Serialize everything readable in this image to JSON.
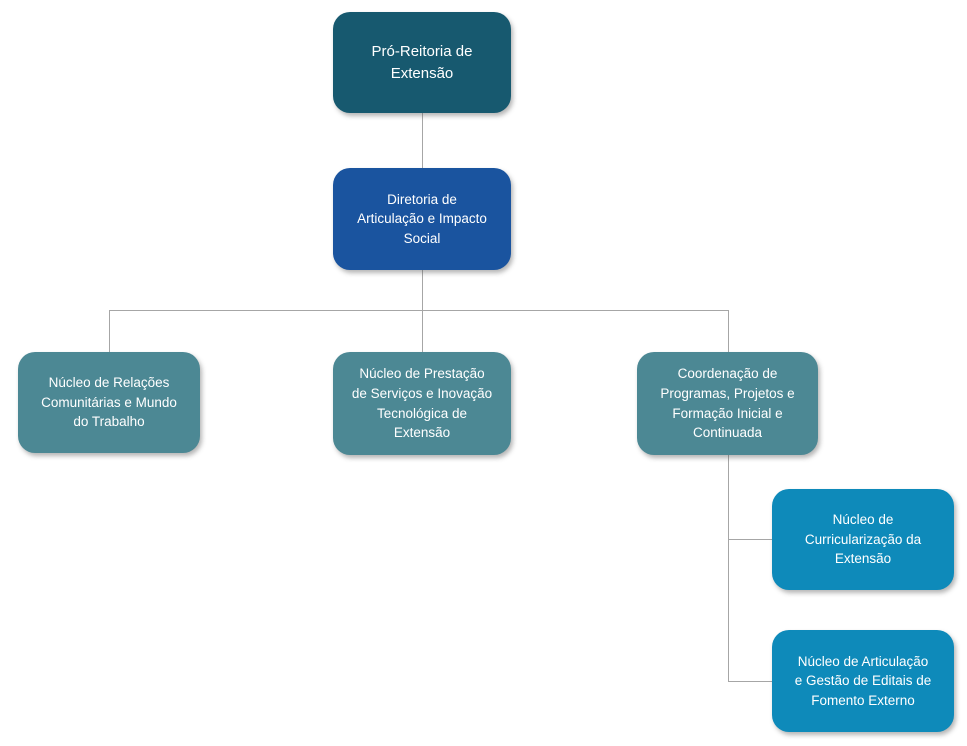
{
  "colors": {
    "root": "#17596F",
    "diretoria": "#1A549F",
    "level3": "#4C8894",
    "level4": "#0E8ABA",
    "connector": "#A6A6A6",
    "text": "#FFFFFF",
    "background": "#FFFFFF"
  },
  "nodes": {
    "root": {
      "label": "Pró-Reitoria de\nExtensão"
    },
    "diretoria": {
      "label": "Diretoria de\nArticulação e Impacto\nSocial"
    },
    "relacoes": {
      "label": "Núcleo de Relações\nComunitárias e Mundo\ndo Trabalho"
    },
    "prestacao": {
      "label": "Núcleo de Prestação\nde Serviços e Inovação\nTecnológica de\nExtensão"
    },
    "coordenacao": {
      "label": "Coordenação de\nProgramas, Projetos e\nFormação Inicial e\nContinuada"
    },
    "curricularizacao": {
      "label": "Núcleo de\nCurricularização da\nExtensão"
    },
    "editais": {
      "label": "Núcleo de Articulação\ne Gestão de Editais de\nFomento Externo"
    }
  }
}
